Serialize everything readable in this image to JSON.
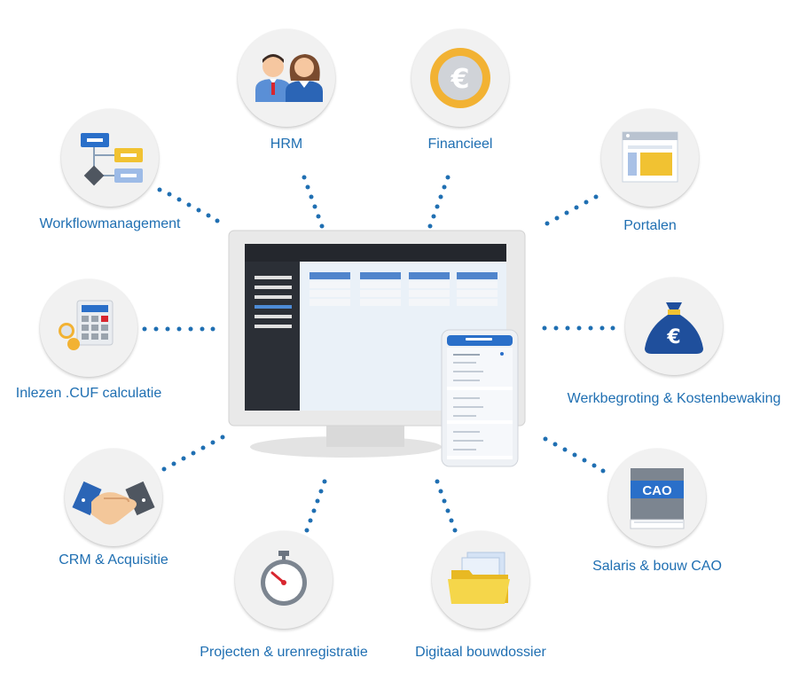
{
  "modules": [
    {
      "id": "hrm",
      "label": "HRM",
      "icon": "people-icon"
    },
    {
      "id": "financieel",
      "label": "Financieel",
      "icon": "euro-coin-icon"
    },
    {
      "id": "workflow",
      "label": "Workflowmanagement",
      "icon": "workflow-icon"
    },
    {
      "id": "portalen",
      "label": "Portalen",
      "icon": "portal-window-icon"
    },
    {
      "id": "cuf",
      "label": "Inlezen .CUF calculatie",
      "icon": "calculator-icon"
    },
    {
      "id": "werkbegroting",
      "label": "Werkbegroting & Kostenbewaking",
      "icon": "money-bag-icon"
    },
    {
      "id": "crm",
      "label": "CRM & Acquisitie",
      "icon": "handshake-icon"
    },
    {
      "id": "salaris",
      "label": "Salaris & bouw CAO",
      "icon": "cao-book-icon"
    },
    {
      "id": "projecten",
      "label": "Projecten & urenregistratie",
      "icon": "stopwatch-icon"
    },
    {
      "id": "bouwdossier",
      "label": "Digitaal bouwdossier",
      "icon": "folder-icon"
    }
  ],
  "cao_text": "CAO",
  "euro_symbol": "€",
  "colors": {
    "label": "#1f6fb2",
    "dots": "#1f6fb2",
    "accent_blue": "#2a6fc9",
    "circle_bg": "#f1f1f1"
  }
}
